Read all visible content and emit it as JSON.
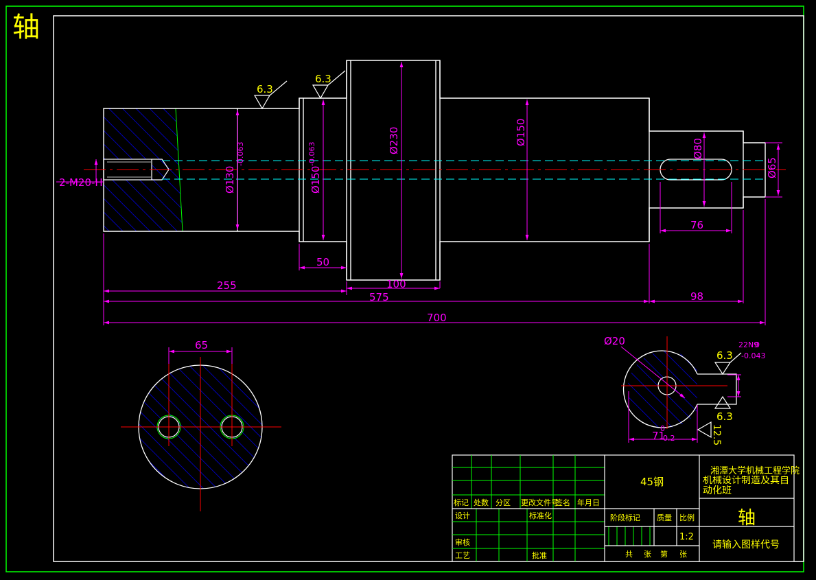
{
  "drawing": {
    "corner_title": "轴",
    "dimensions": {
      "thread": "2-M20-H",
      "d1": "Ø130",
      "d1_tol": "-0.063",
      "d2": "Ø150",
      "d2_tol": "-0.063",
      "d3": "Ø230",
      "d4": "Ø150",
      "d5": "Ø80",
      "d6": "Ø65",
      "l_50": "50",
      "l_100": "100",
      "l_255": "255",
      "l_575": "575",
      "l_98": "98",
      "l_700": "700",
      "l_76": "76",
      "hole_spacing": "65",
      "hole_dia": "Ø20",
      "key_width": "22N9",
      "key_width_tol_up": "0",
      "key_width_tol_low": "-0.043",
      "key_depth": "71",
      "key_depth_tol_up": "0",
      "key_depth_tol_low": "-0.2"
    },
    "surface_finish": {
      "ra1": "6.3",
      "ra2": "6.3",
      "ra3": "6.3",
      "ra4": "6.3",
      "ra5": "12.5"
    }
  },
  "title_block": {
    "material": "45钢",
    "school": "湘潭大学机械工程学院",
    "major": "机械设计制造及其自动化班",
    "part_name": "轴",
    "drawing_no": "请输入图样代号",
    "scale": "1:2",
    "rev_header": [
      "标记",
      "处数",
      "分区",
      "更改文件号",
      "签名",
      "年月日"
    ],
    "design": "设计",
    "standardization": "标准化",
    "check": "审核",
    "process": "工艺",
    "approve": "批准",
    "stage_mark": "阶段标记",
    "weight": "质量",
    "ratio": "比例",
    "sheets_total": "共",
    "sheets_unit1": "张",
    "sheets_no": "第",
    "sheets_unit2": "张"
  },
  "colors": {
    "outline": "#ffffff",
    "dimension": "#ff00ff",
    "centerline": "#ff0000",
    "hatch": "#0000ff",
    "hidden": "#00ffff",
    "frame": "#00ff00",
    "title_text": "#ffff00"
  }
}
